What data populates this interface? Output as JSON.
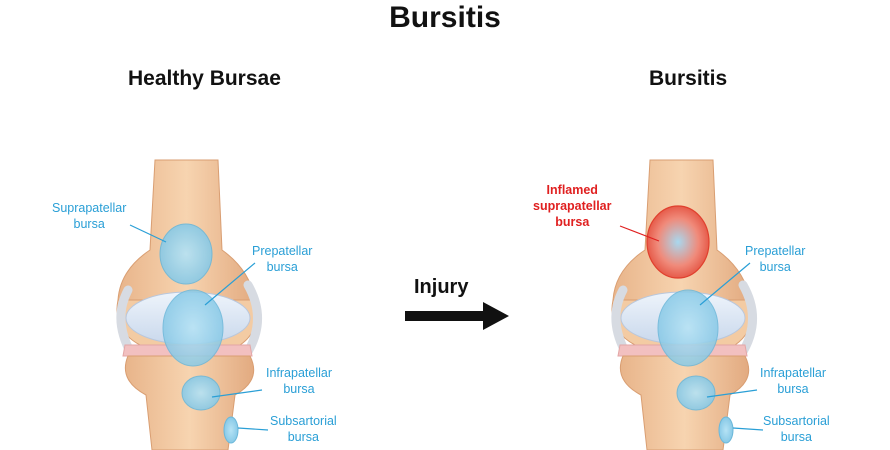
{
  "title": "Bursitis",
  "panels": {
    "left": {
      "heading": "Healthy Bursae"
    },
    "right": {
      "heading": "Bursitis"
    }
  },
  "arrow": {
    "label": "Injury"
  },
  "colors": {
    "label_blue": "#2a9fd6",
    "inflamed_red": "#e02020",
    "bone": "#f2c9a0",
    "bursa": "#8cd0ec"
  },
  "labels": {
    "left": {
      "suprapatellar": [
        "Suprapatellar",
        "bursa"
      ],
      "prepatellar": [
        "Prepatellar",
        "bursa"
      ],
      "infrapatellar": [
        "Infrapatellar",
        "bursa"
      ],
      "subsartorial": [
        "Subsartorial",
        "bursa"
      ]
    },
    "right": {
      "inflamed": [
        "Inflamed",
        "suprapatellar",
        "bursa"
      ],
      "prepatellar": [
        "Prepatellar",
        "bursa"
      ],
      "infrapatellar": [
        "Infrapatellar",
        "bursa"
      ],
      "subsartorial": [
        "Subsartorial",
        "bursa"
      ]
    }
  }
}
